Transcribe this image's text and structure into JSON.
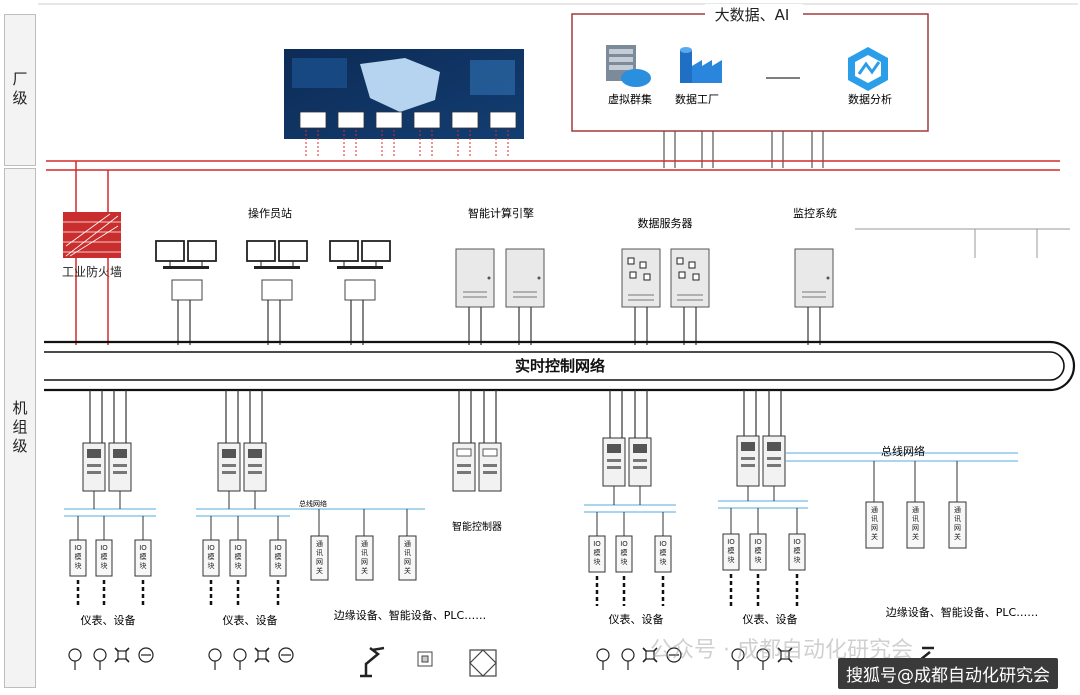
{
  "levels": {
    "plant": "厂级",
    "unit": "机组级"
  },
  "bigdata": {
    "title": "大数据、AI",
    "items": [
      "虚拟群集",
      "数据工厂",
      "数据分析"
    ]
  },
  "plant": {
    "firewall": "工业防火墙",
    "operator_station": "操作员站",
    "compute_engine": "智能计算引擎",
    "data_server": "数据服务器",
    "monitoring": "监控系统"
  },
  "network": {
    "realtime": "实时控制网络"
  },
  "labels": {
    "bus_small": "总线网络",
    "bus_large": "总线网络",
    "smart_ctrl": "智能控制器",
    "instruments": "仪表、设备",
    "edge": "边缘设备、智能设备、PLC……",
    "io_module": "IO模块",
    "comm_gateway": "通讯网关"
  },
  "watermarks": {
    "wechat": "公众号 · 成都自动化研究会",
    "sohu": "搜狐号@成都自动化研究会"
  },
  "colors": {
    "red": "#d42a2a",
    "frame": "#a33a3a",
    "bus": "#8fc7e8",
    "device": "#e9e9e9"
  }
}
